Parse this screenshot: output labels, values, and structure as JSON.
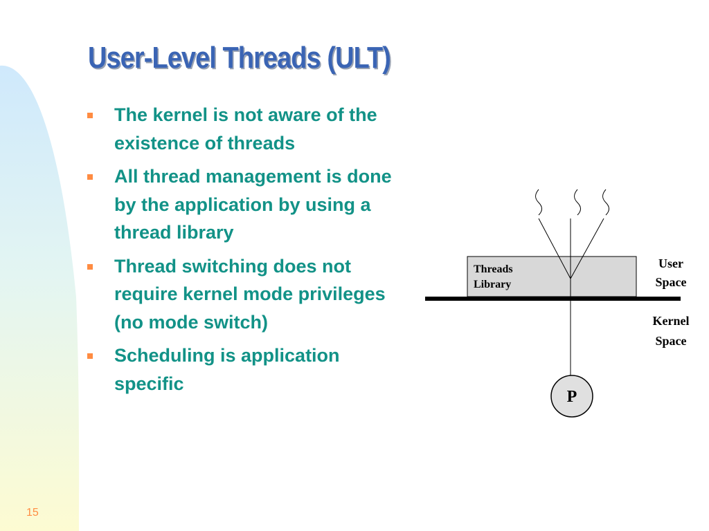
{
  "slide": {
    "title": "User-Level Threads (ULT)",
    "bullets": [
      "The kernel is not aware of the existence of threads",
      "All thread management is done by the application by using a thread library",
      "Thread switching does not require kernel mode privileges (no mode switch)",
      "Scheduling is application specific"
    ],
    "slide_number": "15"
  },
  "diagram": {
    "library_label_line1": "Threads",
    "library_label_line2": "Library",
    "user_space_line1": "User",
    "user_space_line2": "Space",
    "kernel_space_line1": "Kernel",
    "kernel_space_line2": "Space",
    "process_label": "P"
  },
  "colors": {
    "title": "#3a64b4",
    "body_text": "#129287",
    "bullet_marker": "#ff8c42",
    "slide_number": "#ff8c42",
    "library_box_fill": "#d8d8d8",
    "process_circle_fill": "#e0e0e0"
  },
  "icons": {
    "bullet": "orange-square-bullet",
    "thread": "wavy-thread-icon"
  }
}
